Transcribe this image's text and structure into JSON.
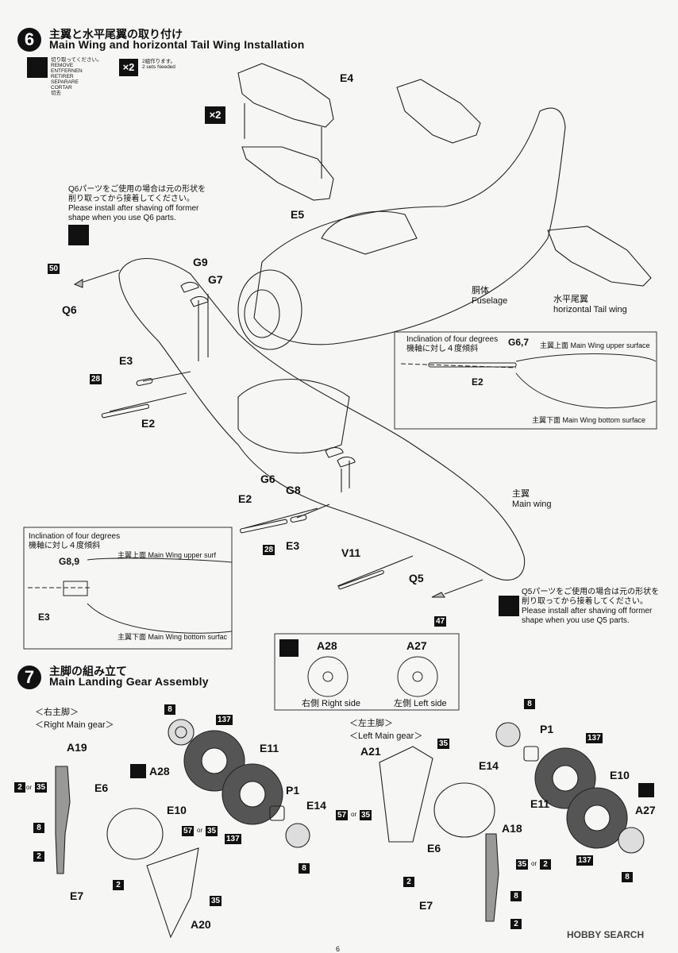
{
  "step6": {
    "number": "6",
    "title_ja": "主翼と水平尾翼の取り付け",
    "title_en": "Main Wing and horizontal Tail Wing Installation",
    "remove_legend": [
      "切り取ってください。",
      "REMOVE",
      "ENTFERNEN",
      "RETIRER",
      "SEPARARE",
      "CORTAR",
      "切去"
    ],
    "sets_ja": "2組作ります。",
    "sets_en": "2 sets Needed",
    "x2": "×2",
    "q6_note_ja_1": "Q6パーツをご使用の場合は元の形状を",
    "q6_note_ja_2": "削り取ってから接着してください。",
    "q6_note_en_1": "Please install after shaving off former",
    "q6_note_en_2": "shape when you use Q6 parts.",
    "q5_note_ja_1": "Q5パーツをご使用の場合は元の形状を",
    "q5_note_ja_2": "削り取ってから接着してください。",
    "q5_note_en_1": "Please install after shaving off former",
    "q5_note_en_2": "shape when you use Q5 parts.",
    "labels": {
      "e4": "E4",
      "e5": "E5",
      "g9": "G9",
      "g7": "G7",
      "q6": "Q6",
      "e3a": "E3",
      "e2a": "E2",
      "g6": "G6",
      "g8": "G8",
      "e2b": "E2",
      "e3b": "E3",
      "v11": "V11",
      "q5": "Q5"
    },
    "badges": {
      "b50": "50",
      "b28a": "28",
      "b28b": "28",
      "b47": "47"
    },
    "fuselage_ja": "胴体",
    "fuselage_en": "Fuselage",
    "tail_ja": "水平尾翼",
    "tail_en": "horizontal Tail wing",
    "mainwing_ja": "主翼",
    "mainwing_en": "Main wing",
    "inset1": {
      "incl_en": "Inclination of four degrees",
      "incl_ja": "機軸に対し４度傾斜",
      "g": "G6,7",
      "e": "E2",
      "upper": "主翼上面 Main Wing upper surface",
      "lower": "主翼下面 Main Wing bottom surface"
    },
    "inset2": {
      "incl_en": "Inclination of four degrees",
      "incl_ja": "機軸に対し４度傾斜",
      "g": "G8,9",
      "e": "E3",
      "upper": "主翼上面 Main Wing upper surf",
      "lower": "主翼下面 Main Wing bottom surfac"
    }
  },
  "paint_box": {
    "a28": "A28",
    "a27": "A27",
    "right": "右側 Right side",
    "left": "左側 Left side"
  },
  "step7": {
    "number": "7",
    "title_ja": "主脚の組み立て",
    "title_en": "Main Landing Gear Assembly",
    "right_ja": "＜右主脚＞",
    "right_en": "＜Right Main gear＞",
    "left_ja": "＜左主脚＞",
    "left_en": "＜Left Main gear＞",
    "labels": {
      "a19": "A19",
      "e6a": "E6",
      "a28": "A28",
      "e10a": "E10",
      "e11a": "E11",
      "p1a": "P1",
      "e14a": "E14",
      "e7a": "E7",
      "a20": "A20",
      "a21": "A21",
      "e6b": "E6",
      "e7b": "E7",
      "a18": "A18",
      "e14b": "E14",
      "p1b": "P1",
      "e11b": "E11",
      "e10b": "E10",
      "a27": "A27"
    },
    "badges": {
      "r8a": "8",
      "r137a": "137",
      "r2or35": "2",
      "r35a": "35",
      "r8b": "8",
      "r2a": "2",
      "r2b": "2",
      "r57": "57",
      "r35b": "35",
      "r137b": "137",
      "r8c": "8",
      "r35c": "35",
      "l35a": "35",
      "l57": "57",
      "l35b": "35",
      "l35c": "35",
      "l2a": "2",
      "l2b": "2",
      "l8a": "8",
      "l2c": "2",
      "l8b": "8",
      "l137a": "137",
      "l137b": "137",
      "l8c": "8"
    },
    "or": "or"
  },
  "watermark": "HOBBY SEARCH",
  "page_number": "6"
}
